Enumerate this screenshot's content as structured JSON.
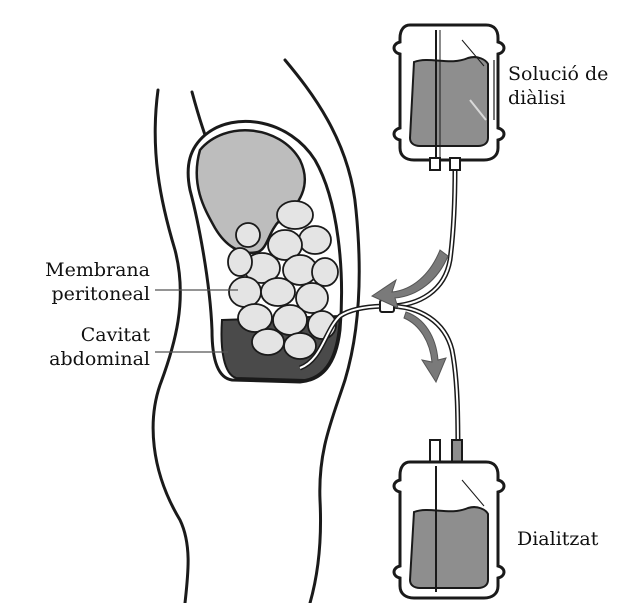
{
  "labels": {
    "dialysis_solution": {
      "line1": "Solució de",
      "line2": "diàlisi"
    },
    "peritoneal_membrane": {
      "line1": "Membrana",
      "line2": "peritoneal"
    },
    "abdominal_cavity": {
      "line1": "Cavitat",
      "line2": "abdominal"
    },
    "dialysate": "Dialitzat"
  },
  "colors": {
    "outline": "#1a1a1a",
    "fluid": "#8e8e8e",
    "dark_fluid": "#4a4a4a",
    "organ": "#bdbdbd",
    "intestine": "#e4e4e4",
    "arrow": "#7a7a7a"
  }
}
